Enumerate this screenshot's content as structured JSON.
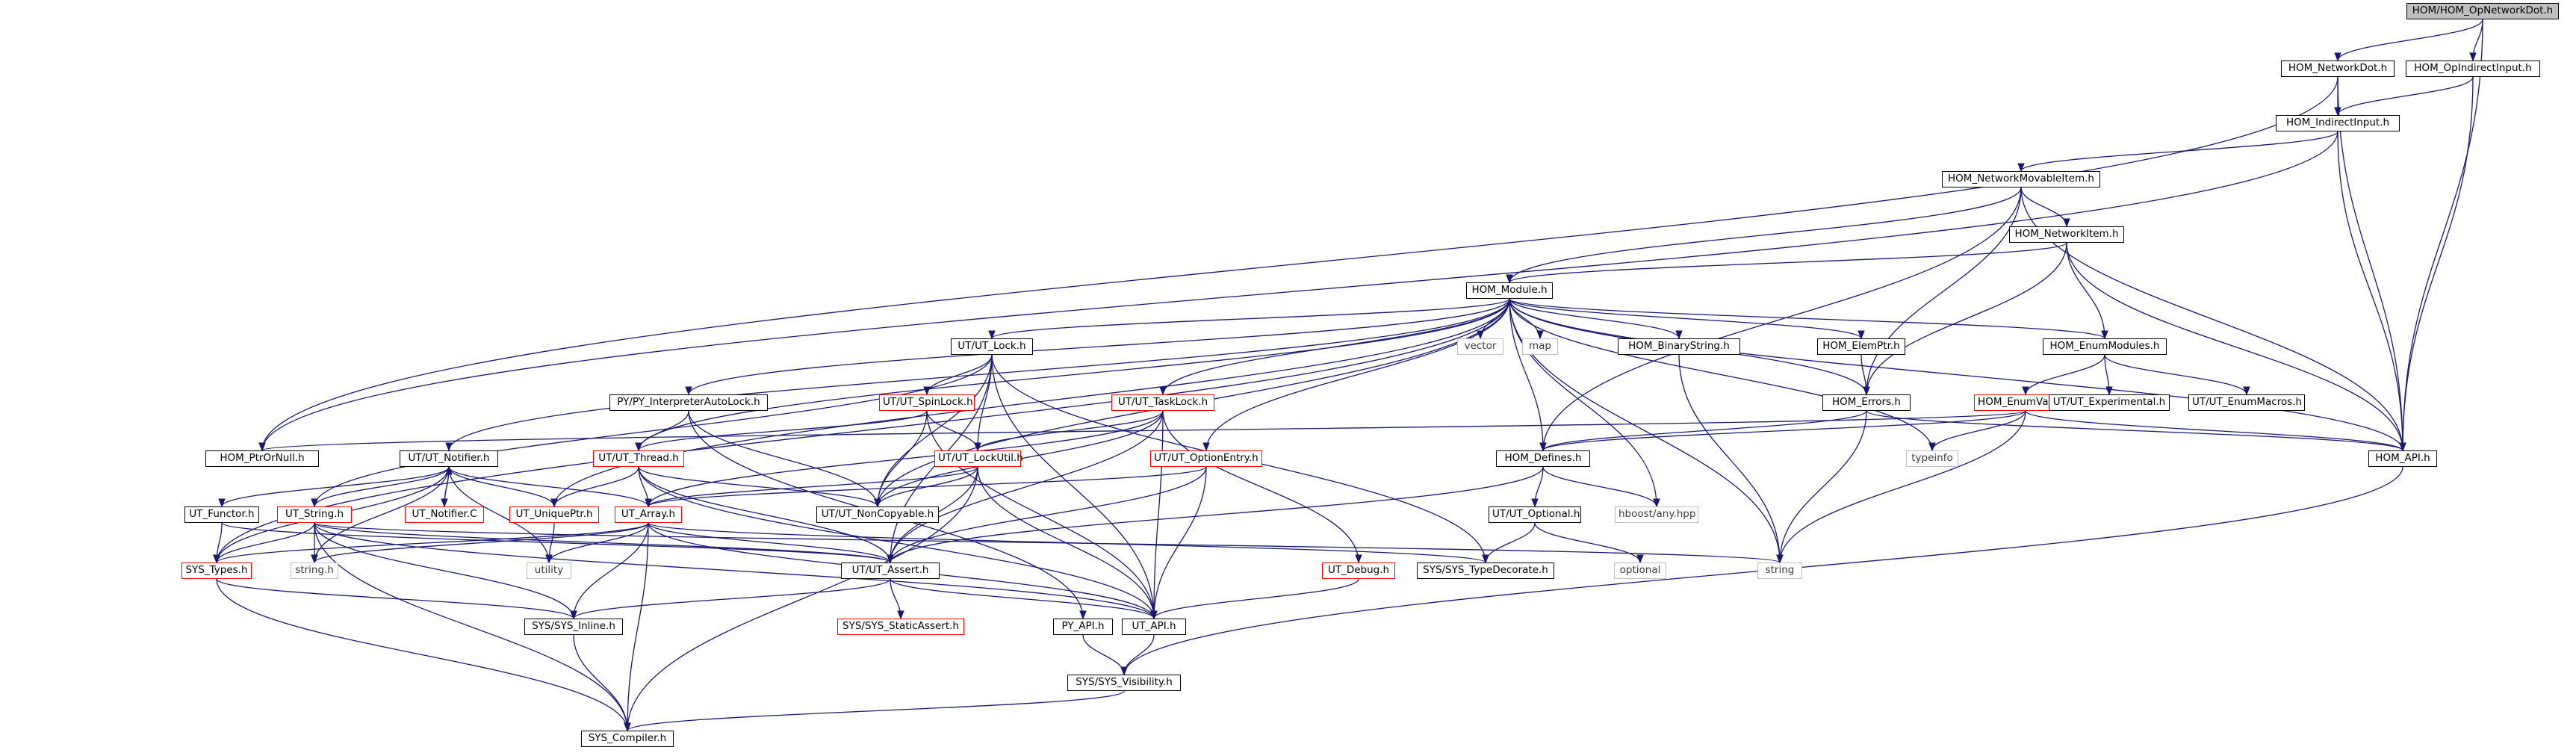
{
  "colors": {
    "edge": "#191970",
    "node_border": "#000000",
    "missing_border": "#ff0000",
    "external_border": "#bfbfbf",
    "root_fill": "#bfbfbf"
  },
  "nodes": {
    "n1": {
      "label": "HOM/HOM_OpNetworkDot.h"
    },
    "n2": {
      "label": "HOM_NetworkDot.h"
    },
    "n3": {
      "label": "HOM_OpIndirectInput.h"
    },
    "n4": {
      "label": "HOM_IndirectInput.h"
    },
    "n5": {
      "label": "HOM_NetworkMovableItem.h"
    },
    "n6": {
      "label": "HOM_NetworkItem.h"
    },
    "n7": {
      "label": "HOM_Module.h"
    },
    "n8": {
      "label": "HOM_API.h"
    },
    "n9": {
      "label": "HOM_PtrOrNull.h"
    },
    "n10": {
      "label": "UT/UT_Lock.h"
    },
    "n11": {
      "label": "HOM_EnumModules.h"
    },
    "n12": {
      "label": "HOM_Errors.h"
    },
    "n13": {
      "label": "HOM_Defines.h"
    },
    "n14": {
      "label": "HOM_BinaryString.h"
    },
    "n15": {
      "label": "HOM_ElemPtr.h"
    },
    "n16": {
      "label": "vector"
    },
    "n17": {
      "label": "map"
    },
    "n18": {
      "label": "PY/PY_InterpreterAutoLock.h"
    },
    "n19": {
      "label": "UT/UT_SpinLock.h"
    },
    "n20": {
      "label": "UT/UT_TaskLock.h"
    },
    "n21": {
      "label": "HOM_EnumValue.h"
    },
    "n22": {
      "label": "UT/UT_Experimental.h"
    },
    "n23": {
      "label": "UT/UT_EnumMacros.h"
    },
    "n24": {
      "label": "UT/UT_Notifier.h"
    },
    "n25": {
      "label": "UT/UT_Thread.h"
    },
    "n26": {
      "label": "UT/UT_LockUtil.h"
    },
    "n27": {
      "label": "UT/UT_OptionEntry.h"
    },
    "n28": {
      "label": "typeinfo"
    },
    "n29": {
      "label": "UT/UT_Optional.h"
    },
    "n30": {
      "label": "hboost/any.hpp"
    },
    "n31": {
      "label": "UT_Functor.h"
    },
    "n32": {
      "label": "UT_String.h"
    },
    "n33": {
      "label": "UT_Notifier.C"
    },
    "n34": {
      "label": "UT_UniquePtr.h"
    },
    "n35": {
      "label": "UT_Array.h"
    },
    "n36": {
      "label": "UT/UT_NonCopyable.h"
    },
    "n37": {
      "label": "optional"
    },
    "n38": {
      "label": "string"
    },
    "n39": {
      "label": "SYS_Types.h"
    },
    "n40": {
      "label": "string.h"
    },
    "n41": {
      "label": "utility"
    },
    "n42": {
      "label": "UT/UT_Assert.h"
    },
    "n43": {
      "label": "UT_Debug.h"
    },
    "n44": {
      "label": "SYS/SYS_TypeDecorate.h"
    },
    "n45": {
      "label": "SYS/SYS_Inline.h"
    },
    "n46": {
      "label": "SYS/SYS_StaticAssert.h"
    },
    "n47": {
      "label": "PY_API.h"
    },
    "n48": {
      "label": "UT_API.h"
    },
    "n49": {
      "label": "SYS/SYS_Visibility.h"
    },
    "n50": {
      "label": "SYS_Compiler.h"
    }
  }
}
